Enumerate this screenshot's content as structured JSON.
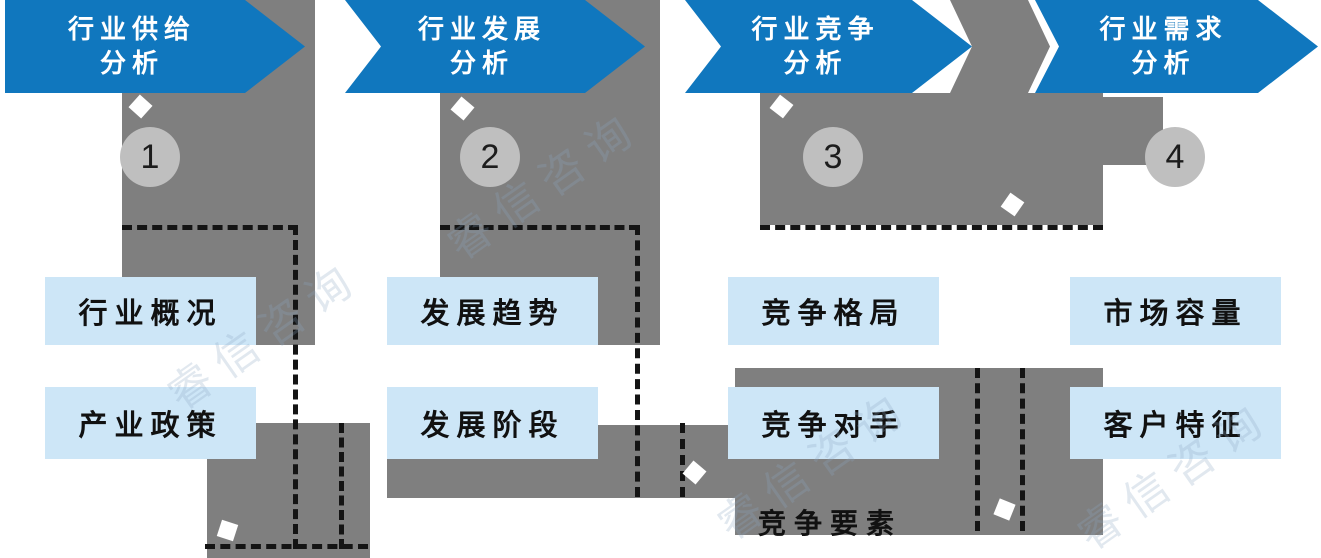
{
  "flow": {
    "steps": [
      {
        "num": "1",
        "line1": "行业供给",
        "line2": "分析",
        "box1": "行业概况",
        "box2": "产业政策"
      },
      {
        "num": "2",
        "line1": "行业发展",
        "line2": "分析",
        "box1": "发展趋势",
        "box2": "发展阶段"
      },
      {
        "num": "3",
        "line1": "行业竞争",
        "line2": "分析",
        "box1": "竞争格局",
        "box2": "竞争对手",
        "note": "竞争要素"
      },
      {
        "num": "4",
        "line1": "行业需求",
        "line2": "分析",
        "box1": "市场容量",
        "box2": "客户特征"
      }
    ]
  },
  "watermark": "睿信咨询",
  "colors": {
    "chevron_blue": "#1077be",
    "band_gray": "#7f7f7f",
    "circle_gray": "#bfbfbf",
    "box_blue": "#cde6f7",
    "dash_black": "#141414",
    "text_white": "#ffffff",
    "text_black": "#111111"
  }
}
